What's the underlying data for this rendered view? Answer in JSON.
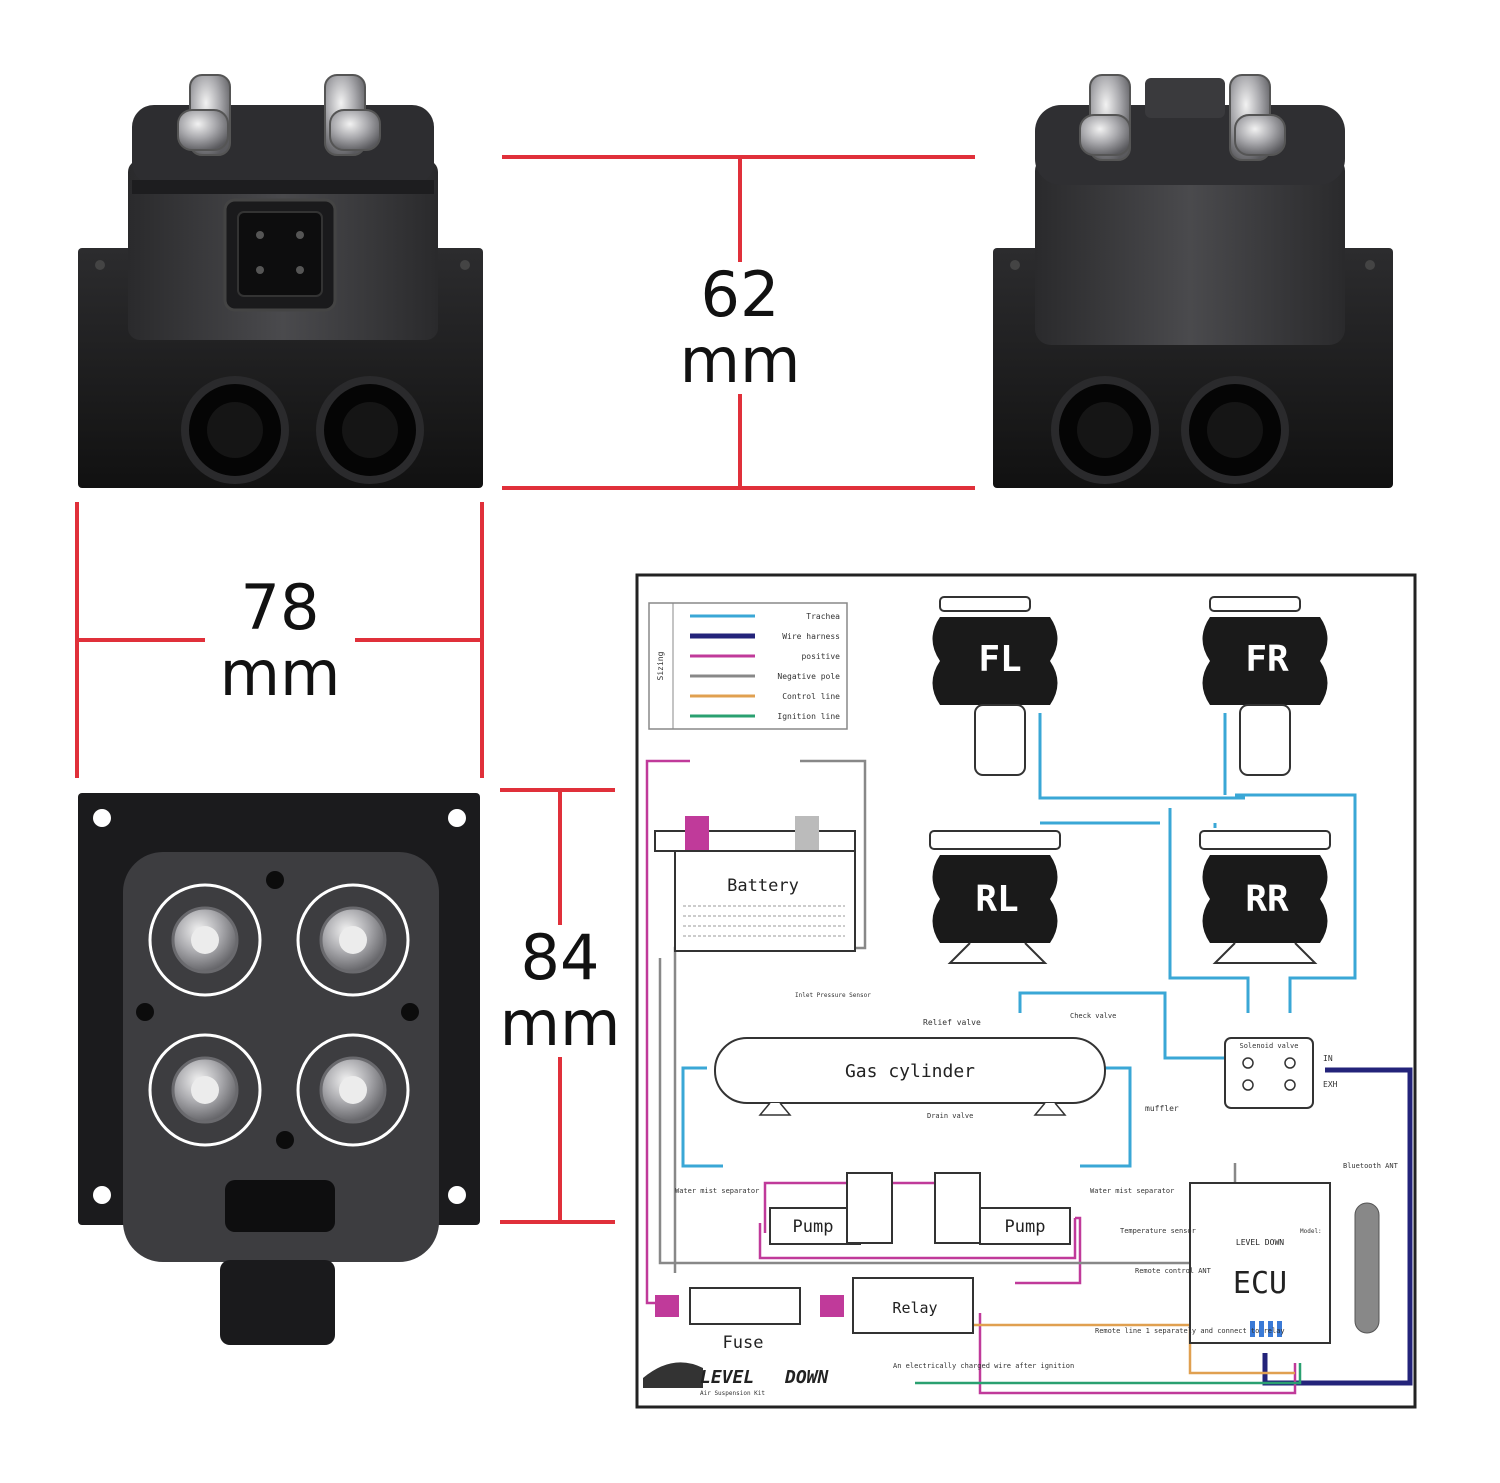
{
  "dimensions": {
    "height": {
      "value": "62",
      "unit": "mm"
    },
    "width": {
      "value": "78",
      "unit": "mm"
    },
    "depth": {
      "value": "84",
      "unit": "mm"
    }
  },
  "colors": {
    "dimension_line": "#e0303a",
    "body": "#1c1c1e",
    "cap": "#3a3a3d",
    "bag": "#1a1a1a",
    "air_line": "#3aa7d6",
    "harness": "#23237a",
    "positive": "#c03a9a",
    "control": "#e0a050",
    "ignition": "#2aa070"
  },
  "diagram": {
    "legend": {
      "side_label": "Sizing",
      "items": [
        {
          "label": "Trachea",
          "color": "#3aa7d6"
        },
        {
          "label": "Wire harness",
          "color": "#23237a"
        },
        {
          "label": "positive",
          "color": "#c03a9a"
        },
        {
          "label": "Negative pole",
          "color": "#888888"
        },
        {
          "label": "Control line",
          "color": "#e0a050"
        },
        {
          "label": "Ignition line",
          "color": "#2aa070"
        }
      ]
    },
    "air_bags": [
      "FL",
      "FR",
      "RL",
      "RR"
    ],
    "battery": "Battery",
    "tank": "Gas cylinder",
    "inlet_sensor": "Inlet Pressure Sensor",
    "relief_valve": "Relief valve",
    "check_valve": "Check valve",
    "drain_valve": "Drain valve",
    "solenoid": "Solenoid valve",
    "muffler": "muffler",
    "water_sep": "Water mist separator",
    "pumps": [
      "Pump",
      "Pump"
    ],
    "fuse": "Fuse",
    "relay": "Relay",
    "ecu": "ECU",
    "ecu_brand": "LEVEL DOWN",
    "ecu_model": "Model:",
    "bt_antenna": "Bluetooth ANT",
    "temp_sensor": "Temperature sensor",
    "remote_ant": "Remote control ANT",
    "remote_line": "Remote line 1 separately and connect to relay",
    "ignition_note": "An electrically charged wire after ignition",
    "in_label": "IN",
    "exh_label": "EXH",
    "brand": {
      "left": "LEVEL",
      "right": "DOWN",
      "tag": "Air Suspension Kit"
    }
  }
}
